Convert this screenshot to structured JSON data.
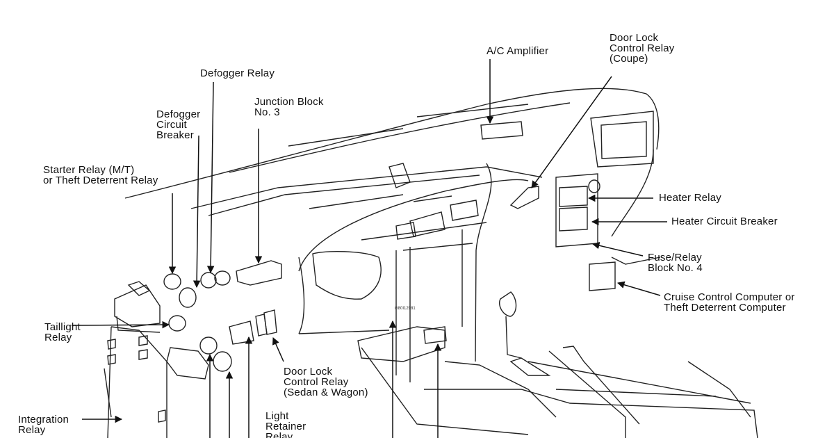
{
  "colors": {
    "ink": "#111111",
    "background": "#ffffff"
  },
  "labels": {
    "ac_amplifier": [
      "A/C Amplifier"
    ],
    "door_lock_coupe": [
      "Door Lock",
      "Control Relay",
      "(Coupe)"
    ],
    "defogger_relay": [
      "Defogger Relay"
    ],
    "junction_block": [
      "Junction Block",
      "No. 3"
    ],
    "defogger_cb": [
      "Defogger",
      "Circuit",
      "Breaker"
    ],
    "starter_relay": [
      "Starter Relay (M/T)",
      "or Theft Deterrent Relay"
    ],
    "heater_relay": [
      "Heater Relay"
    ],
    "heater_cb": [
      "Heater Circuit Breaker"
    ],
    "fuse_relay_block": [
      "Fuse/Relay",
      "Block No. 4"
    ],
    "cruise_control": [
      "Cruise Control Computer or",
      "Theft Deterrent Computer"
    ],
    "taillight_relay": [
      "Taillight",
      "Relay"
    ],
    "door_lock_sedan": [
      "Door Lock",
      "Control Relay",
      "(Sedan & Wagon)"
    ],
    "light_retainer": [
      "Light",
      "Retainer",
      "Relay"
    ],
    "integration_relay": [
      "Integration",
      "Relay"
    ]
  },
  "stamp": "G80I12981"
}
